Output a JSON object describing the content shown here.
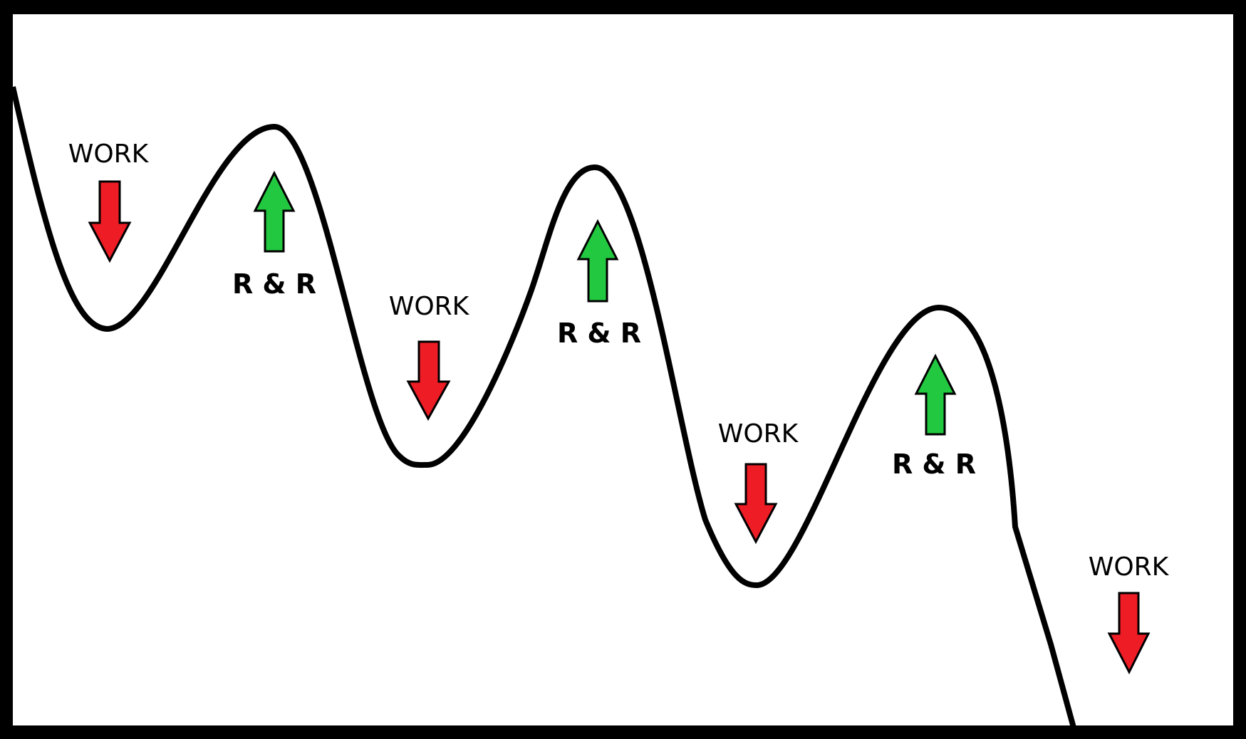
{
  "diagram": {
    "colors": {
      "background": "#ffffff",
      "border": "#000000",
      "curve": "#000000",
      "work_arrow": "#ee1c24",
      "rr_arrow": "#22c940",
      "arrow_outline": "#000000",
      "text": "#000000"
    },
    "labels": [
      {
        "kind": "work",
        "text": "WORK"
      },
      {
        "kind": "rr",
        "text": "R & R"
      },
      {
        "kind": "work",
        "text": "WORK"
      },
      {
        "kind": "rr",
        "text": "R & R"
      },
      {
        "kind": "work",
        "text": "WORK"
      },
      {
        "kind": "rr",
        "text": "R & R"
      },
      {
        "kind": "work",
        "text": "WORK"
      }
    ],
    "arrows": [
      {
        "direction": "down",
        "meaning": "work"
      },
      {
        "direction": "up",
        "meaning": "rr"
      },
      {
        "direction": "down",
        "meaning": "work"
      },
      {
        "direction": "up",
        "meaning": "rr"
      },
      {
        "direction": "down",
        "meaning": "work"
      },
      {
        "direction": "up",
        "meaning": "rr"
      },
      {
        "direction": "down",
        "meaning": "work"
      }
    ]
  }
}
